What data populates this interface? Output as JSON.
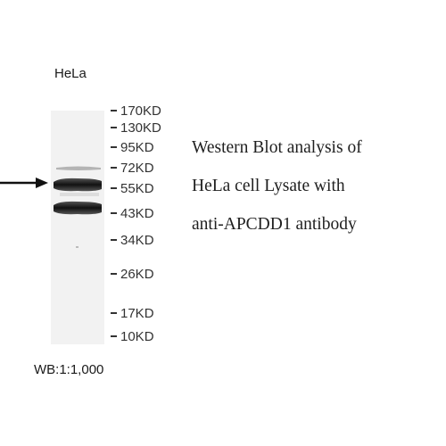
{
  "sample": {
    "lane_label": "HeLa"
  },
  "markers": [
    {
      "label": "170KD"
    },
    {
      "label": "130KD"
    },
    {
      "label": "95KD"
    },
    {
      "label": "72KD"
    },
    {
      "label": "55KD"
    },
    {
      "label": "43KD"
    },
    {
      "label": "34KD"
    },
    {
      "label": "26KD"
    },
    {
      "label": "17KD"
    },
    {
      "label": "10KD"
    }
  ],
  "description": {
    "line1": "Western Blot analysis of",
    "line2": "HeLa cell Lysate with",
    "line3": "anti-APCDD1 antibody"
  },
  "dilution": "WB:1:1,000",
  "colors": {
    "band": "#1e1e1e",
    "membrane": "#f4f4f4",
    "text": "#222222"
  }
}
